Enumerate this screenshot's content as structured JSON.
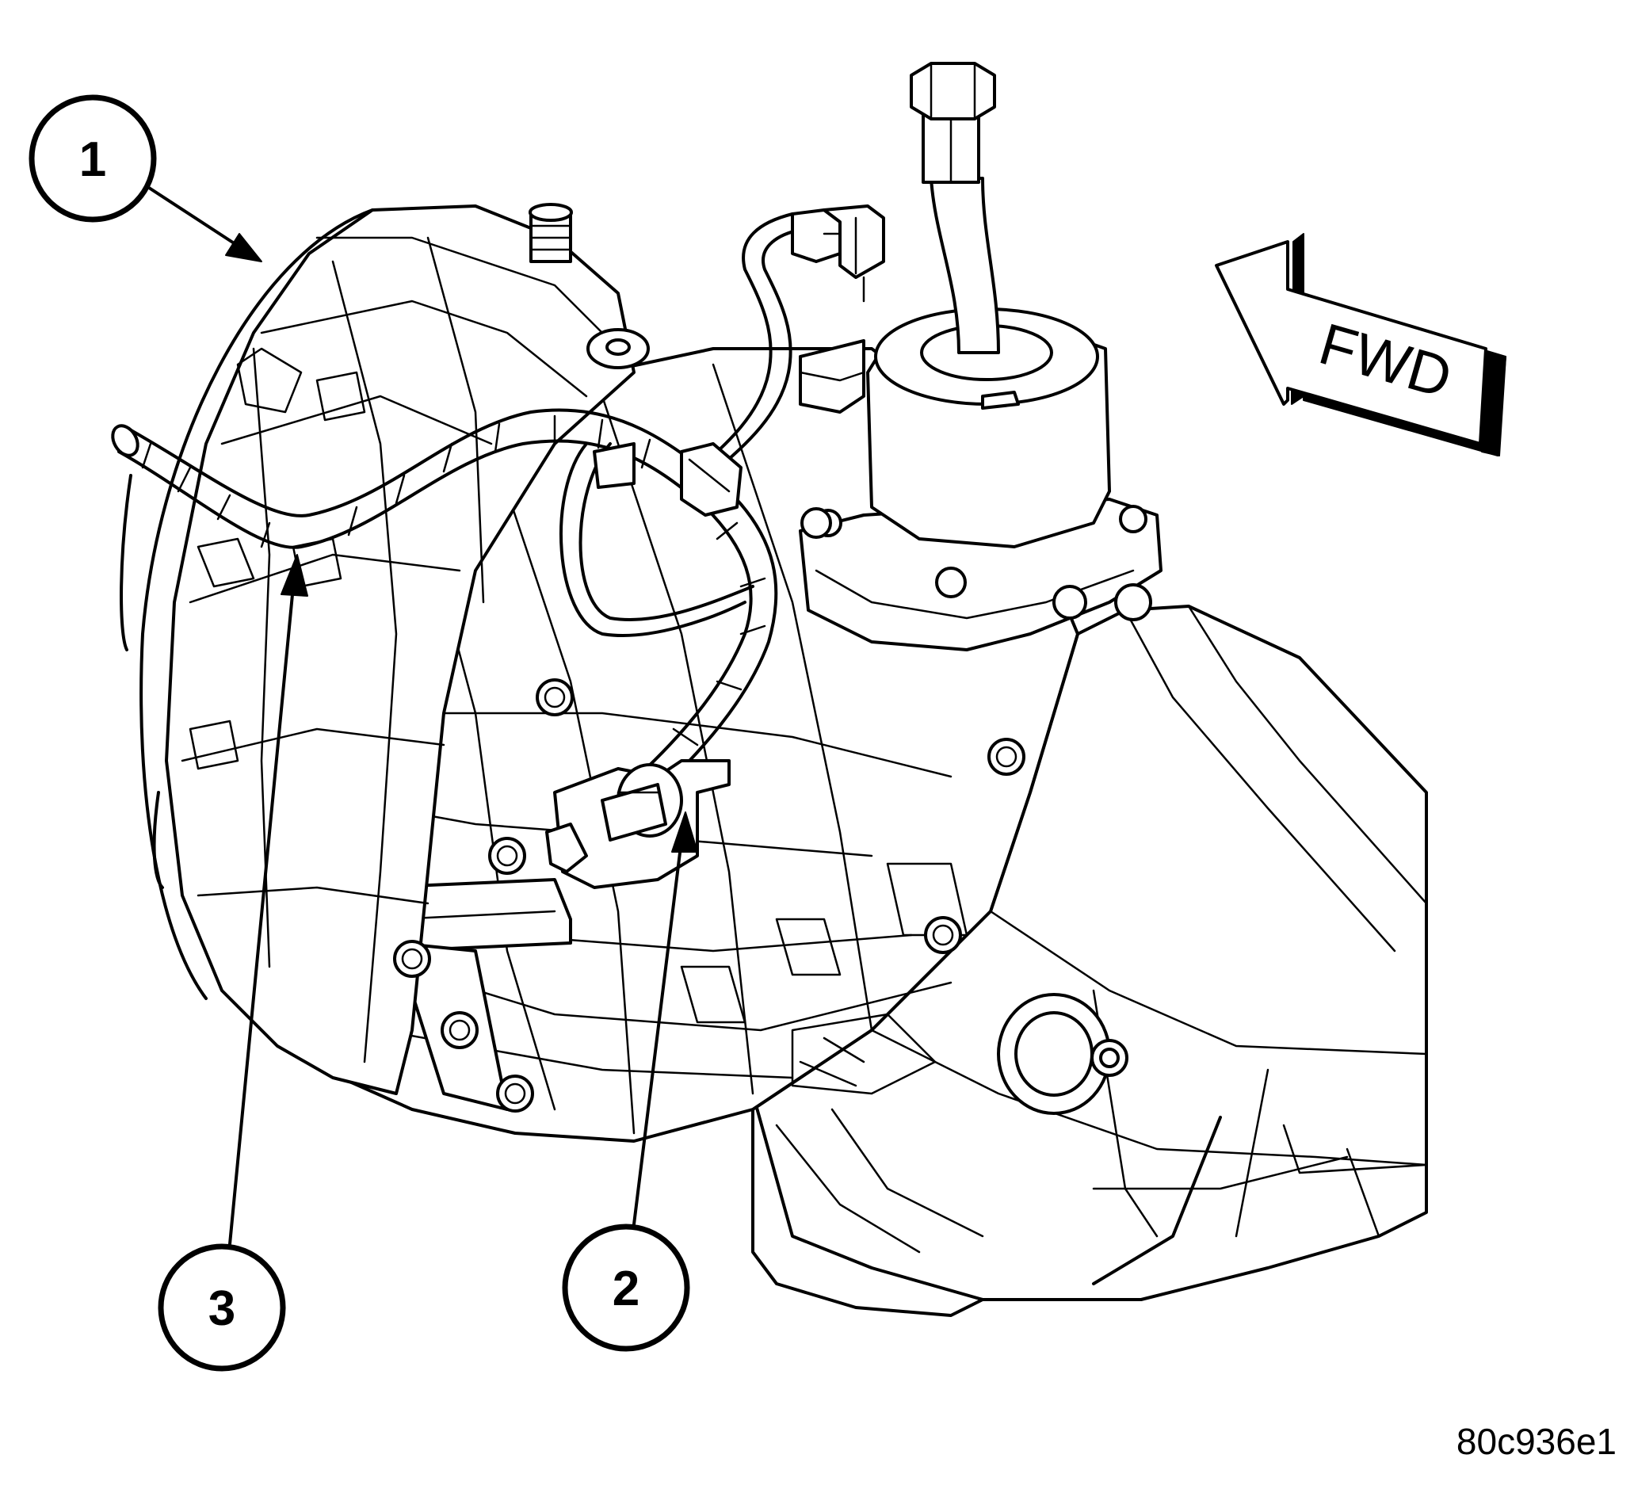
{
  "callouts": [
    {
      "id": "1",
      "label": "1"
    },
    {
      "id": "2",
      "label": "2"
    },
    {
      "id": "3",
      "label": "3"
    }
  ],
  "direction_arrow": {
    "label": "FWD"
  },
  "image_code": "80c936e1",
  "colors": {
    "line": "#000000",
    "background": "#ffffff"
  }
}
